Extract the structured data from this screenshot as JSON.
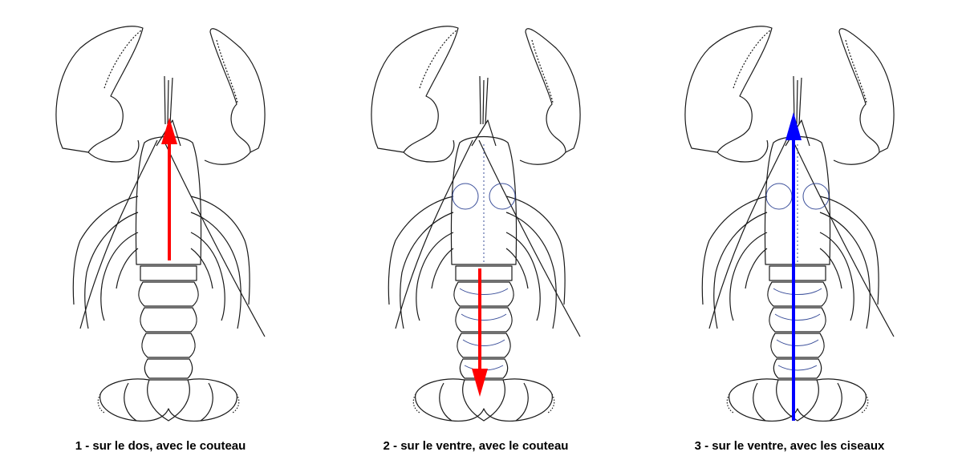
{
  "panels": [
    {
      "caption": "1 - sur le dos, avec le couteau",
      "view": "dorsal",
      "arrow_color": "#ff0000",
      "arrow_direction": "up"
    },
    {
      "caption": "2 - sur le ventre, avec le couteau",
      "view": "ventral",
      "arrow_color": "#ff0000",
      "arrow_direction": "down"
    },
    {
      "caption": "3 - sur le ventre, avec les ciseaux",
      "view": "ventral",
      "arrow_color": "#0000ff",
      "arrow_direction": "up"
    }
  ],
  "colors": {
    "outline": "#1a1a1a",
    "ventral_shade": "#3b4f9a",
    "background": "#ffffff"
  }
}
